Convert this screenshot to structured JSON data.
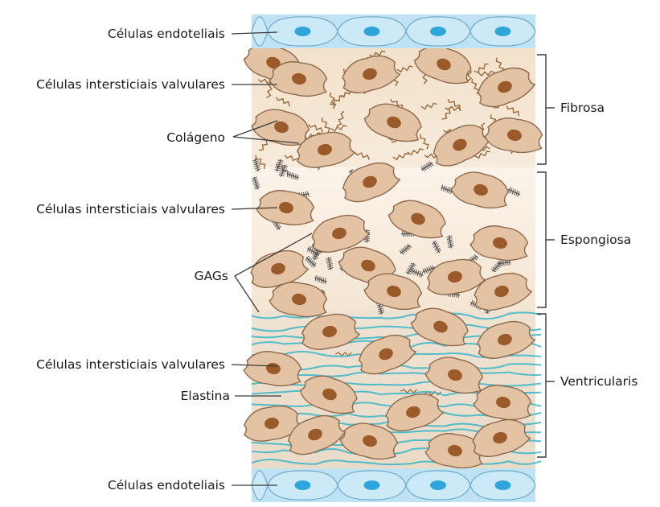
{
  "left_labels": {
    "endothelial_top": "Células endoteliais",
    "vic_fibrosa": "Células intersticiais valvulares",
    "collagen": "Colágeno",
    "vic_spongiosa": "Células intersticiais valvulares",
    "gags": "GAGs",
    "vic_ventricularis": "Células intersticiais valvulares",
    "elastin": "Elastina",
    "endothelial_bottom": "Células endoteliais"
  },
  "layers": {
    "fibrosa": "Fibrosa",
    "spongiosa": "Espongiosa",
    "ventricularis": "Ventricularis"
  },
  "colors": {
    "endothelium": "#bfe3f5",
    "endothelium_nucleus": "#2ea6dc",
    "fibrosa_bg": "#f1ddc4",
    "spongiosa_bg": "#f6e9d8",
    "ventricularis_bg": "#ecdfcd",
    "cell_fill": "#e3c3a3",
    "cell_stroke": "#8d6a4d",
    "nucleus": "#9a5a2a",
    "collagen": "#9a6a3e",
    "elastin": "#37b6c9",
    "gag": "#555555"
  }
}
